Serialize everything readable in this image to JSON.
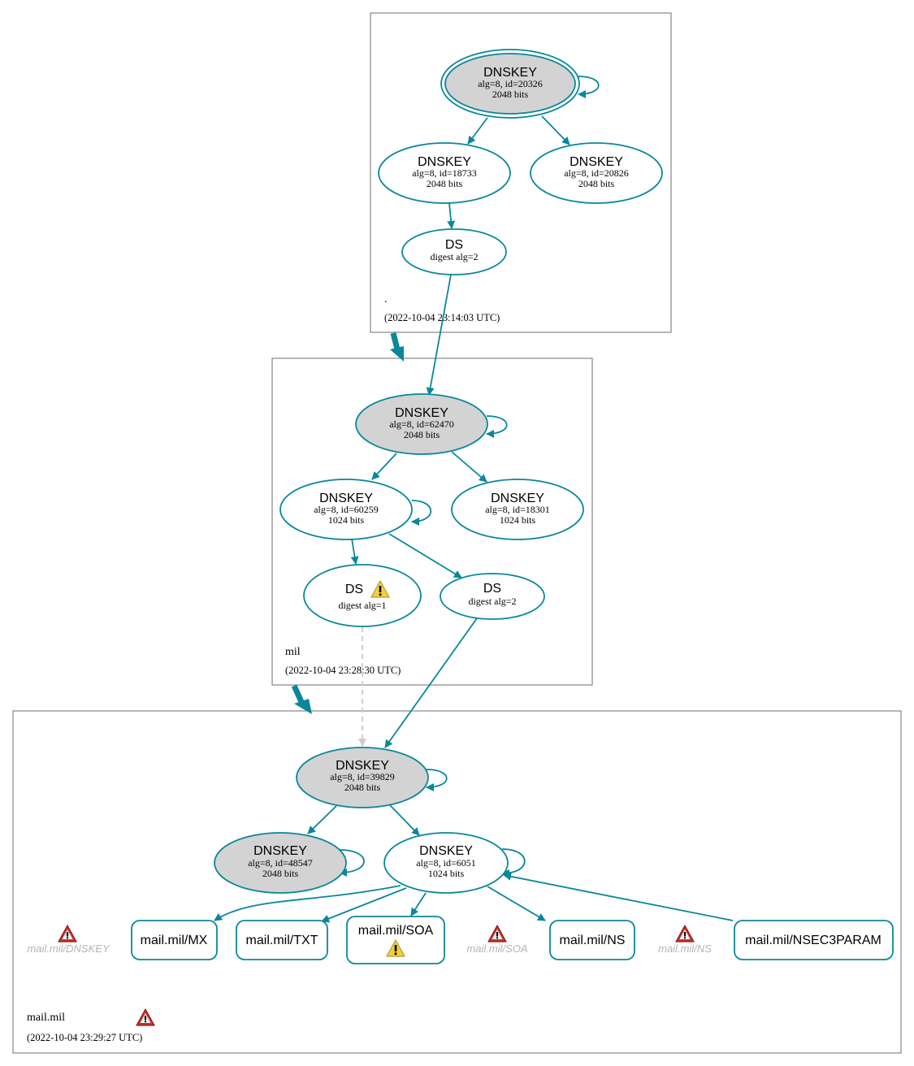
{
  "colors": {
    "edge": "#0a879a",
    "ksk_fill": "#d3d3d3",
    "warning": "#f3cf3d",
    "error": "#c8322b",
    "ghost_text": "#b4b4b4"
  },
  "zones": {
    "root": {
      "name": ".",
      "timestamp": "(2022-10-04 23:14:03 UTC)"
    },
    "mil": {
      "name": "mil",
      "timestamp": "(2022-10-04 23:28:30 UTC)"
    },
    "mailmil": {
      "name": "mail.mil",
      "timestamp": "(2022-10-04 23:29:27 UTC)"
    }
  },
  "nodes": {
    "root_ksk": {
      "title": "DNSKEY",
      "line1": "alg=8, id=20326",
      "line2": "2048 bits"
    },
    "root_k18733": {
      "title": "DNSKEY",
      "line1": "alg=8, id=18733",
      "line2": "2048 bits"
    },
    "root_k20826": {
      "title": "DNSKEY",
      "line1": "alg=8, id=20826",
      "line2": "2048 bits"
    },
    "root_ds": {
      "title": "DS",
      "line1": "digest alg=2"
    },
    "mil_ksk": {
      "title": "DNSKEY",
      "line1": "alg=8, id=62470",
      "line2": "2048 bits"
    },
    "mil_k60259": {
      "title": "DNSKEY",
      "line1": "alg=8, id=60259",
      "line2": "1024 bits"
    },
    "mil_k18301": {
      "title": "DNSKEY",
      "line1": "alg=8, id=18301",
      "line2": "1024 bits"
    },
    "mil_ds1": {
      "title": "DS",
      "line1": "digest alg=1"
    },
    "mil_ds2": {
      "title": "DS",
      "line1": "digest alg=2"
    },
    "mm_ksk": {
      "title": "DNSKEY",
      "line1": "alg=8, id=39829",
      "line2": "2048 bits"
    },
    "mm_k48547": {
      "title": "DNSKEY",
      "line1": "alg=8, id=48547",
      "line2": "2048 bits"
    },
    "mm_k6051": {
      "title": "DNSKEY",
      "line1": "alg=8, id=6051",
      "line2": "1024 bits"
    }
  },
  "rrsets": {
    "mx": "mail.mil/MX",
    "txt": "mail.mil/TXT",
    "soa": "mail.mil/SOA",
    "ns": "mail.mil/NS",
    "nsec3param": "mail.mil/NSEC3PARAM"
  },
  "missing": {
    "dnskey": "mail.mil/DNSKEY",
    "soa": "mail.mil/SOA",
    "ns": "mail.mil/NS"
  },
  "icons": {
    "warning": "warning-triangle-icon",
    "error": "error-triangle-icon"
  }
}
